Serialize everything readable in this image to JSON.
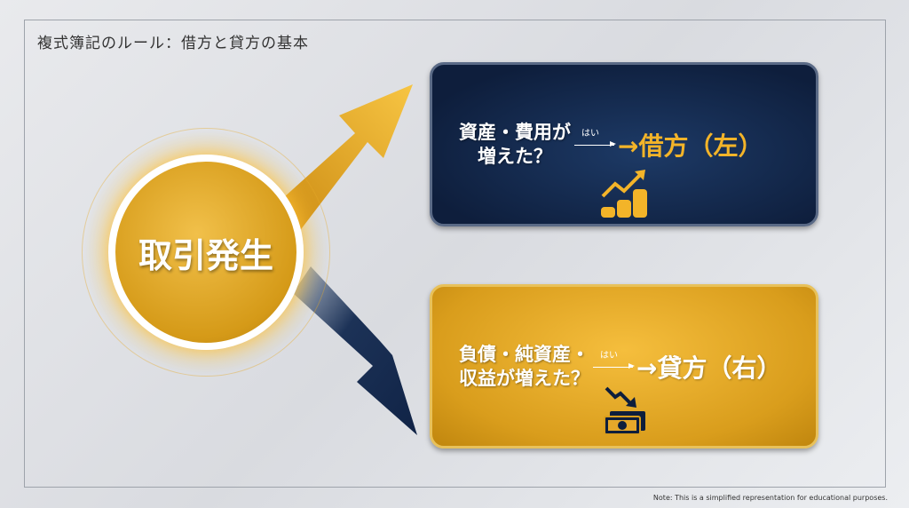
{
  "title": "複式簿記のルール：借方と貸方の基本",
  "center": {
    "label": "取引発生"
  },
  "debit": {
    "question_line1": "資産・費用が",
    "question_line2": "増えた？",
    "yes_label": "はい",
    "result": "→借方（左）",
    "icon": "rising-coins-icon"
  },
  "credit": {
    "question_line1": "負債・純資産・",
    "question_line2": "収益が増えた？",
    "yes_label": "はい",
    "result": "→貸方（右）",
    "icon": "falling-cash-icon"
  },
  "note": "Note: This is a simplified representation for educational purposes.",
  "colors": {
    "gold": "#f3b429",
    "navy": "#0e1e3c"
  }
}
